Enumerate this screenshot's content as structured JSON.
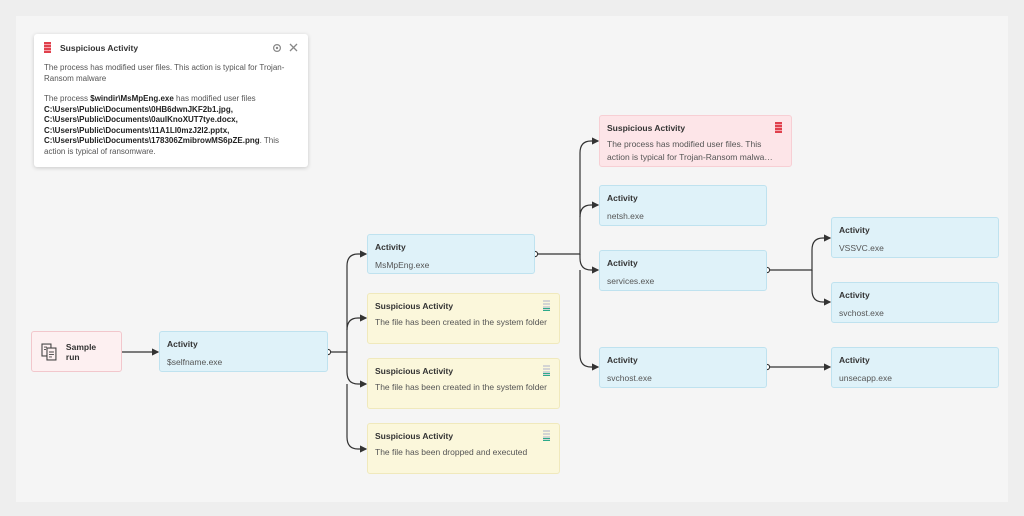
{
  "popup": {
    "title": "Suspicious Activity",
    "summary": "The process has modified user files. This action is typical for Trojan-Ransom malware",
    "detail_prefix": "The process ",
    "process": "$windir\\MsMpEng.exe",
    "detail_mid": " has modified user files ",
    "files": "C:\\Users\\Public\\Documents\\0HB6dwnJKF2b1.jpg, C:\\Users\\Public\\Documents\\0aulKnoXUT7tye.docx, C:\\Users\\Public\\Documents\\11A1LI0mzJ2l2.pptx, C:\\Users\\Public\\Documents\\178306ZmibrowMS6pZE.png",
    "detail_suffix": ". This action is typical of ransomware."
  },
  "nodes": {
    "sample_run": "Sample run",
    "selfname": {
      "title": "Activity",
      "desc": "$selfname.exe"
    },
    "msmpeng": {
      "title": "Activity",
      "desc": "MsMpEng.exe"
    },
    "susp1": {
      "title": "Suspicious Activity",
      "desc": "The file has been created in the system folder"
    },
    "susp2": {
      "title": "Suspicious Activity",
      "desc": "The file has been created in the system folder"
    },
    "susp3": {
      "title": "Suspicious Activity",
      "desc": "The file has been dropped and executed"
    },
    "ransom": {
      "title": "Suspicious Activity",
      "desc": "The process has modified user files. This action is typical for Trojan-Ransom malwa…"
    },
    "netsh": {
      "title": "Activity",
      "desc": "netsh.exe"
    },
    "services": {
      "title": "Activity",
      "desc": "services.exe"
    },
    "svchost1": {
      "title": "Activity",
      "desc": "svchost.exe"
    },
    "vssvc": {
      "title": "Activity",
      "desc": "VSSVC.exe"
    },
    "svchost2": {
      "title": "Activity",
      "desc": "svchost.exe"
    },
    "unsecapp": {
      "title": "Activity",
      "desc": "unsecapp.exe"
    }
  },
  "colors": {
    "activity_bg": "#dff2f9",
    "suspicious_bg": "#fbf7db",
    "alert_bg": "#fde5e8",
    "severity_high": "#e0404c",
    "severity_low": "#2eaa8a",
    "edge": "#333333"
  },
  "icons": {
    "sample": "document-run-icon",
    "settings": "gear-icon",
    "close": "close-icon"
  }
}
